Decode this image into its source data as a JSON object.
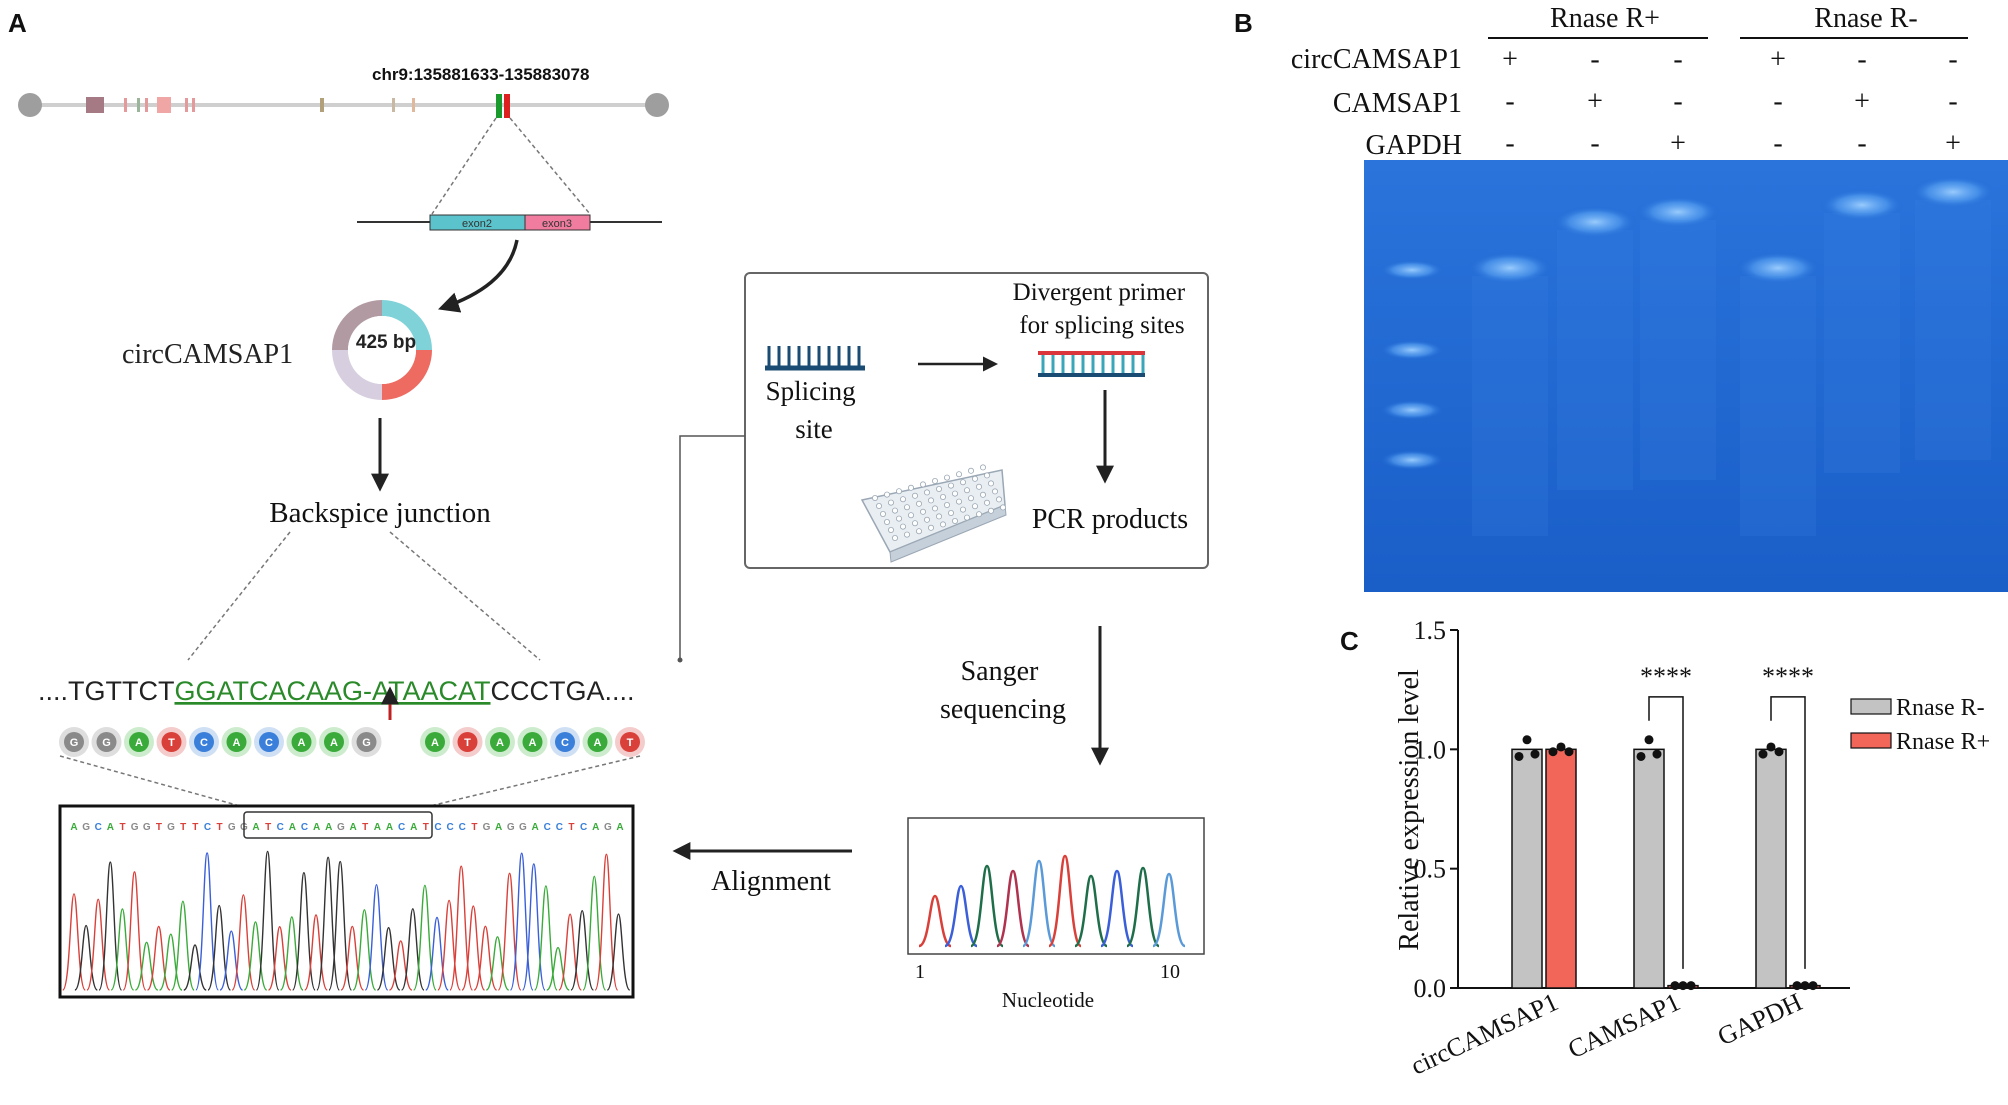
{
  "panel_labels": {
    "a": "A",
    "b": "B",
    "c": "C"
  },
  "panelA": {
    "genome": {
      "coord": "chr9:135881633-135883078",
      "exon2": "exon2",
      "exon3": "exon3"
    },
    "circ": {
      "label": "circCAMSAP1",
      "size": "425 bp"
    },
    "junction_label": "Backspice junction",
    "sequence": {
      "left_dots": "....TGTTCT",
      "underlined": "GGATCACAAG-ATAACAT",
      "right_tail": "CCCTGA....",
      "bases": [
        "G",
        "G",
        "A",
        "T",
        "C",
        "A",
        "C",
        "A",
        "A",
        "G",
        "A",
        "T",
        "A",
        "A",
        "C",
        "A",
        "T"
      ]
    },
    "trace_header": [
      "A",
      "G",
      "C",
      "A",
      "T",
      "G",
      "G",
      "T",
      "G",
      "T",
      "T",
      "C",
      "T",
      "G",
      "G",
      "A",
      "T",
      "C",
      "A",
      "C",
      "A",
      "A",
      "G",
      "A",
      "T",
      "A",
      "A",
      "C",
      "A",
      "T",
      "C",
      "C",
      "C",
      "T",
      "G",
      "A",
      "G",
      "G",
      "A",
      "C",
      "C",
      "T",
      "C",
      "A",
      "G",
      "A"
    ],
    "box": {
      "splicing_site": [
        "Splicing",
        "site"
      ],
      "divergent": [
        "Divergent primer",
        "for splicing sites"
      ],
      "pcr": "PCR products"
    },
    "sanger": [
      "Sanger",
      "sequencing"
    ],
    "alignment": "Alignment",
    "chromatogram": {
      "xlabel": "Nucleotide",
      "tick_start": "1",
      "tick_end": "10"
    }
  },
  "panelB": {
    "groups": [
      "Rnase R+",
      "Rnase R-"
    ],
    "row_labels": [
      "circCAMSAP1",
      "CAMSAP1",
      "GAPDH"
    ],
    "signs": [
      [
        "+",
        "-",
        "-",
        "+",
        "-",
        "-"
      ],
      [
        "-",
        "+",
        "-",
        "-",
        "+",
        "-"
      ],
      [
        "-",
        "-",
        "+",
        "-",
        "-",
        "+"
      ]
    ],
    "gel_color": "#1a63cf"
  },
  "chart_data": {
    "type": "bar",
    "categories": [
      "circCAMSAP1",
      "CAMSAP1",
      "GAPDH"
    ],
    "ylabel": "Relative expression level",
    "xlabel": "",
    "ylim": [
      0,
      1.5
    ],
    "yticks": [
      "0.0",
      "0.5",
      "1.0",
      "1.5"
    ],
    "series": [
      {
        "name": "Rnase R-",
        "color": "#c3c3c3",
        "values": [
          1.0,
          1.0,
          1.0
        ],
        "points": [
          [
            0.97,
            1.04,
            0.98
          ],
          [
            0.97,
            1.04,
            0.98
          ],
          [
            0.98,
            1.01,
            0.99
          ]
        ]
      },
      {
        "name": "Rnase R+",
        "color": "#f2665a",
        "values": [
          1.0,
          0.01,
          0.01
        ],
        "points": [
          [
            0.99,
            1.01,
            0.99
          ],
          [
            0.01,
            0.01,
            0.01
          ],
          [
            0.01,
            0.01,
            0.01
          ]
        ]
      }
    ],
    "significance": [
      "",
      "****",
      "****"
    ],
    "legend_position": "right"
  }
}
